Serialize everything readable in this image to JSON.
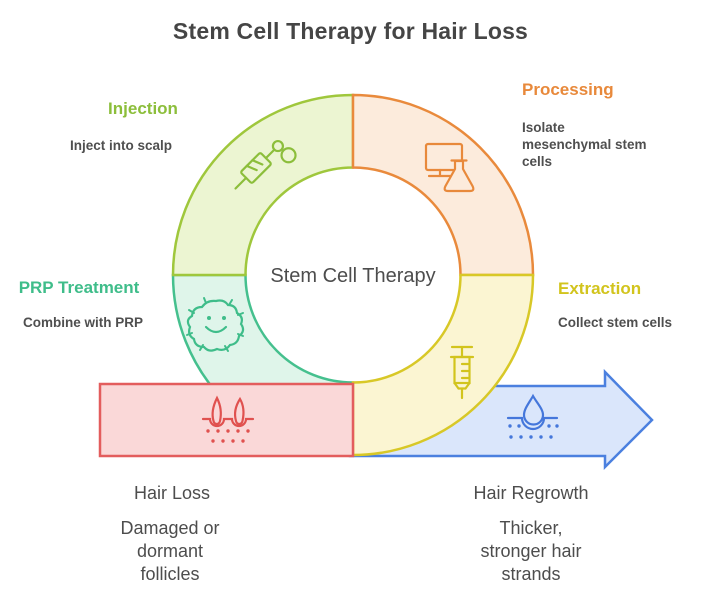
{
  "title": "Stem Cell Therapy for Hair Loss",
  "center_label": "Stem Cell Therapy",
  "steps": [
    {
      "label": "Injection",
      "description": "Inject into scalp",
      "label_color": "#8cbe3b",
      "segment_stroke": "#9fc73c",
      "segment_fill": "#ecf5d2",
      "icon": "syringe-icon",
      "position": "top-left"
    },
    {
      "label": "Processing",
      "description": "Isolate\nmesenchymal stem\ncells",
      "label_color": "#e8893b",
      "segment_stroke": "#e98a3c",
      "segment_fill": "#fcebdc",
      "icon": "monitor-flask-icon",
      "position": "top-right"
    },
    {
      "label": "PRP Treatment",
      "description": "Combine with PRP",
      "label_color": "#3fbd8a",
      "segment_stroke": "#45c08e",
      "segment_fill": "#dff5ea",
      "icon": "stem-cell-icon",
      "position": "bottom-left"
    },
    {
      "label": "Extraction",
      "description": "Collect stem cells",
      "label_color": "#d2c41d",
      "segment_stroke": "#d8c827",
      "segment_fill": "#fbf5d2",
      "icon": "collection-syringe-icon",
      "position": "bottom-right"
    }
  ],
  "outcomes": {
    "hair_loss": {
      "label": "Hair Loss",
      "description": "Damaged or\ndormant\nfollicles",
      "fill": "#fad8d8",
      "border": "#e35d5d",
      "icon": "hair-follicle-icon",
      "shape": "bar"
    },
    "hair_regrowth": {
      "label": "Hair Regrowth",
      "description": "Thicker,\nstronger hair\nstrands",
      "fill": "#dae6fb",
      "border": "#4b80df",
      "icon": "hair-drop-icon",
      "shape": "arrow-right"
    }
  },
  "text_colors": {
    "title": "#454545",
    "body": "#4f4f4f",
    "center": "#4d4d4d"
  }
}
